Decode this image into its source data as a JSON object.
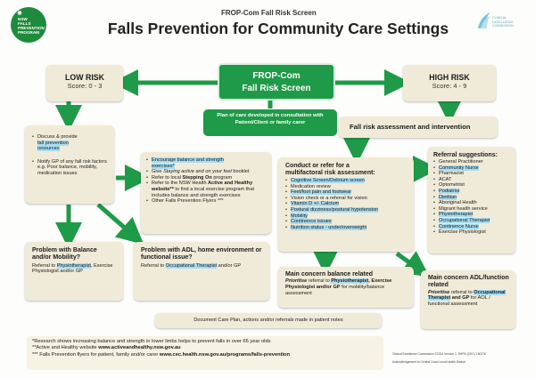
{
  "header": {
    "logo_left_lines": [
      "NSW",
      "FALLS",
      "PREVENTION",
      "PROGRAM"
    ],
    "subtitle": "FROP-Com Fall Risk Screen",
    "title": "Falls Prevention for Community Care Settings",
    "logo_right_lines": [
      "CLINICAL",
      "EXCELLENCE",
      "COMMISSION"
    ]
  },
  "screen": {
    "line1": "FROP-Com",
    "line2": "Fall Risk Screen"
  },
  "low_risk": {
    "title": "LOW RISK",
    "score": "Score: 0 - 3"
  },
  "high_risk": {
    "title": "HIGH RISK",
    "score": "Score: 4 - 9"
  },
  "plan_of_care": "Plan of care developed in consultation with Patient/Client or family carer",
  "fall_assessment": "Fall risk assessment and intervention",
  "low_actions": {
    "item1_a": "Discuss & provide",
    "item1_b": "fall prevention",
    "item1_c": "resources",
    "item2": "Notify GP of any fall risk factors e.g. Poor balance, mobility, medication issues"
  },
  "exercise": {
    "item1_a": "Encourage balance and strength",
    "item1_b": "exercises*",
    "item2_a": "Give ",
    "item2_b": "Staying active and on your feet",
    "item2_c": " booklet",
    "item3_a": "Refer to local ",
    "item3_b": "Stepping On",
    "item3_c": " program",
    "item4_a": "Refer to the NSW Health ",
    "item4_b": "Active and Healthy website**",
    "item4_c": " to find a local exercise program that includes balance and strength exercises",
    "item5": "Other Falls Prevention Flyers ***"
  },
  "conduct": {
    "title_a": "Conduct or refer for a",
    "title_b": "multifactoral risk assessment:",
    "items": [
      {
        "text": "Cognitive Screen/Delirium screen",
        "hl": true
      },
      {
        "text": "Medication review",
        "hl": false
      },
      {
        "text": "Feet/foot pain and footwear",
        "hl": true
      },
      {
        "text": "Vision check or a referral for vision",
        "hl": false
      },
      {
        "text": "Vitamin D +/- Calcium",
        "hl": true
      },
      {
        "text": "Postural dizziness/postural hypotension",
        "hl": true
      },
      {
        "text": "Mobility",
        "hl": true
      },
      {
        "text": "Continence issues",
        "hl": true
      },
      {
        "text": "Nutrition status - under/overweight",
        "hl": true
      }
    ]
  },
  "referral": {
    "title": "Referral suggestions:",
    "items": [
      {
        "text": "General Practitioner",
        "hl": false
      },
      {
        "text": "Community Nurse",
        "hl": true
      },
      {
        "text": "Pharmacist",
        "hl": false
      },
      {
        "text": "ACAT",
        "hl": false
      },
      {
        "text": "Optometrist",
        "hl": false
      },
      {
        "text": "Podiatrist",
        "hl": true
      },
      {
        "text": "Dietitian",
        "hl": true
      },
      {
        "text": "Aboriginal Health",
        "hl": false
      },
      {
        "text": "Migrant health service",
        "hl": false
      },
      {
        "text": "Physiotherapist",
        "hl": true
      },
      {
        "text": "Occupational Therapist",
        "hl": true
      },
      {
        "text": "Continence Nurse",
        "hl": true
      },
      {
        "text": "Exercise Physiologist",
        "hl": false
      }
    ]
  },
  "balance_problem": {
    "title": "Problem with Balance and/or Mobility?",
    "text_a": "Referral to ",
    "text_b": "Physiotherapist",
    "text_c": ", Exercise Physiologist and/or GP"
  },
  "adl_problem": {
    "title": "Problem with ADL, home environment or functional issue?",
    "text_a": "Referral to ",
    "text_b": "Occupational Therapist",
    "text_c": " and/or GP"
  },
  "main_balance": {
    "title": "Main concern balance related",
    "t1": "Prioritise",
    "t2": " referral to ",
    "t3": "Physiotherapist",
    "t4": ", Exercise Physiologist and/or GP",
    "t5": " for mobility/balance assessment"
  },
  "main_adl": {
    "title": "Main concern ADL/function related",
    "t1": "Prioritise",
    "t2": " referral to ",
    "t3": "Occupational Therapist",
    "t4": " and GP",
    "t5": " for AOL / functional assessment"
  },
  "document_care": "Document Care Plan, actions and/or referrals made in patient notes",
  "footer": {
    "line1": "*Research shows increasing balance and strength in lower limbs helps to prevent falls in over 65 year olds",
    "line2_a": "**Active and Healthy website ",
    "line2_b": "www.activeandhealthy.nsw.gov.au",
    "line3_a": "*** Falls Prevention flyers for patient, family and/or carer ",
    "line3_b": "www.cec.health.nsw.gov.au/programs/falls-prevention",
    "credit1": "Clinical Excellence Commission ©2015 Version 1. SHPN (CEC) 150376",
    "credit2": "Acknowledgement to Central Coast Local Health District"
  },
  "colors": {
    "green": "#1f9a48",
    "beige": "#f0ebd8",
    "highlight": "#a9dcf0"
  }
}
